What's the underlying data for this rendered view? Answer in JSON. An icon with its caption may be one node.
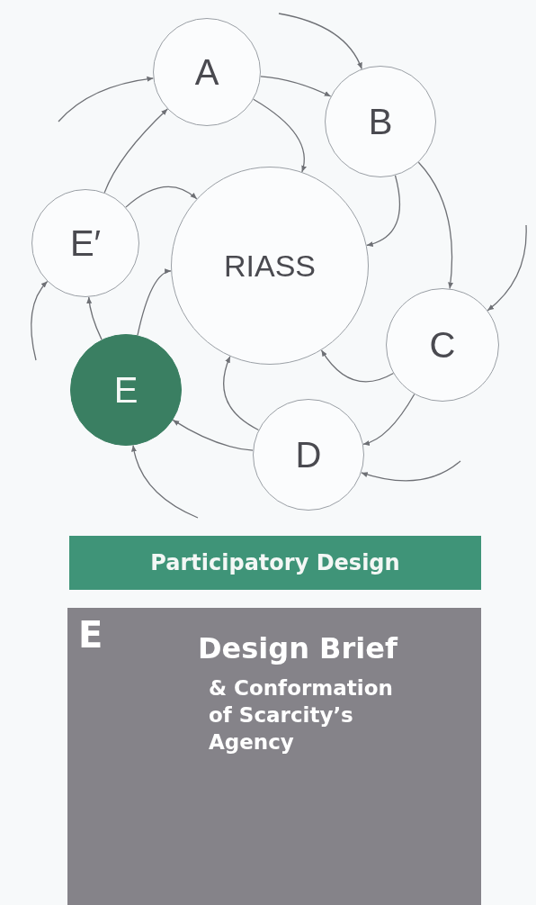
{
  "diagram": {
    "nodes": [
      {
        "text": [
          "A"
        ]
      },
      {
        "text": [
          "B"
        ]
      },
      {
        "text": [
          "RIASS"
        ]
      },
      {
        "text": [
          "C"
        ]
      },
      {
        "text": [
          "D"
        ]
      },
      {
        "text": [
          "E"
        ]
      },
      {
        "text": [
          "E′"
        ]
      },
      {
        "text": [
          "Participatory Design"
        ]
      },
      {
        "text": [
          "E",
          "Design Brief",
          "& Conformation of Scarcity’s Agency"
        ]
      }
    ],
    "edges": [
      {
        "from": 0,
        "to": 1,
        "arrow": "to"
      },
      {
        "from": 0,
        "to": 2,
        "arrow": "to"
      },
      {
        "from": 1,
        "to": 3,
        "arrow": "to"
      },
      {
        "from": 1,
        "to": 2,
        "arrow": "to"
      },
      {
        "from": 3,
        "to": 4,
        "arrow": "to"
      },
      {
        "from": 3,
        "to": 2,
        "arrow": "to"
      },
      {
        "from": 4,
        "to": 5,
        "arrow": "to"
      },
      {
        "from": 4,
        "to": 2,
        "arrow": "to"
      },
      {
        "from": 5,
        "to": 6,
        "arrow": "to"
      },
      {
        "from": 5,
        "to": 2,
        "arrow": "to"
      },
      {
        "from": 6,
        "to": 0,
        "arrow": "to"
      },
      {
        "from": 6,
        "to": 2,
        "arrow": "to"
      },
      {
        "from": null,
        "to": 0,
        "arrow": "to"
      },
      {
        "from": null,
        "to": 1,
        "arrow": "to"
      },
      {
        "from": null,
        "to": 3,
        "arrow": "to"
      },
      {
        "from": null,
        "to": 4,
        "arrow": "to"
      },
      {
        "from": null,
        "to": 6,
        "arrow": "to"
      },
      {
        "from": null,
        "to": 5,
        "arrow": "to"
      }
    ]
  }
}
